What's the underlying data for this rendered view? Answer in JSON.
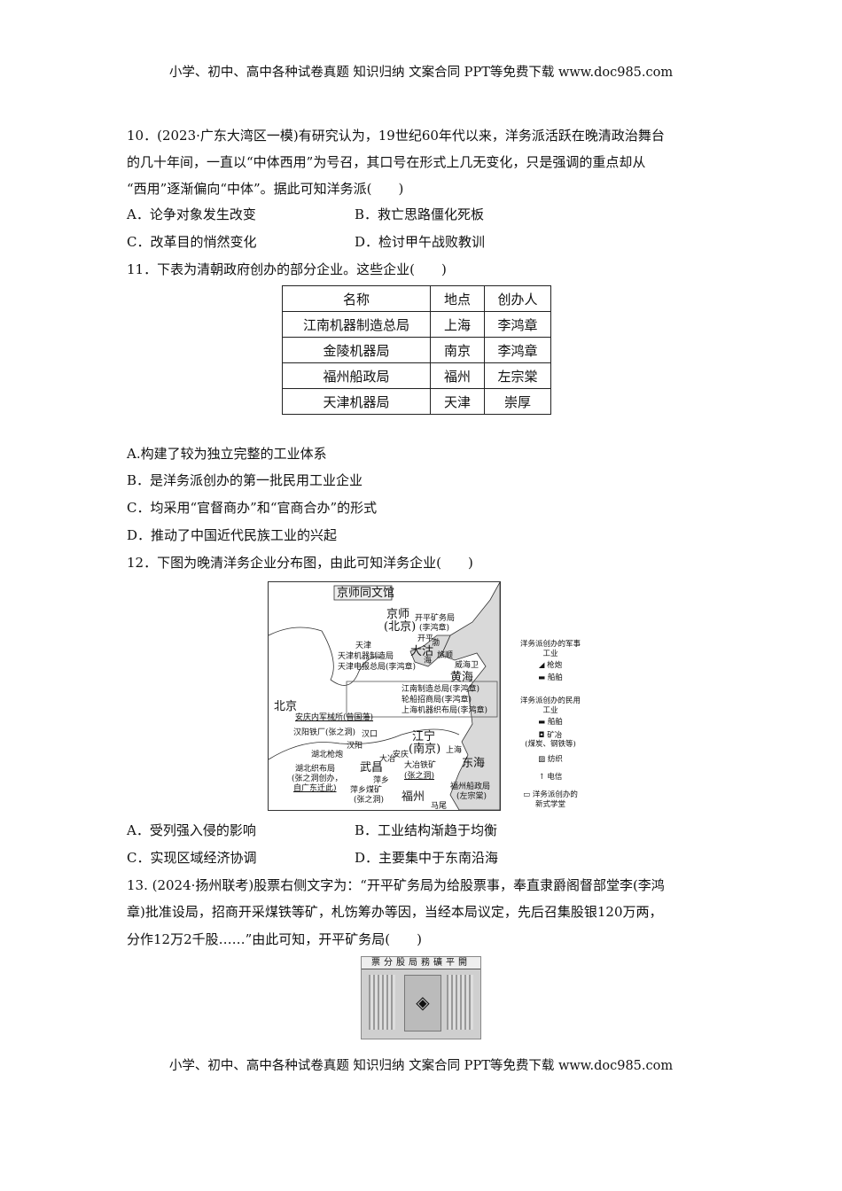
{
  "header": {
    "text": "小学、初中、高中各种试卷真题  知识归纳  文案合同  PPT等免费下载      www.doc985.com"
  },
  "footer": {
    "text": "小学、初中、高中各种试卷真题  知识归纳  文案合同  PPT等免费下载      www.doc985.com"
  },
  "q10": {
    "lines": [
      "10．(2023·广东大湾区一模)有研究认为，19世纪60年代以来，洋务派活跃在晚清政治舞台",
      "的几十年间，一直以“中体西用”为号召，其口号在形式上几无变化，只是强调的重点却从",
      "“西用”逐渐偏向“中体”。据此可知洋务派(　　)"
    ],
    "options": [
      "A．论争对象发生改变",
      "B．救亡思路僵化死板",
      "C．改革目的悄然变化",
      "D．检讨甲午战败教训"
    ]
  },
  "q11": {
    "stem": "11．下表为清朝政府创办的部分企业。这些企业(　　)",
    "table": {
      "headers": [
        "名称",
        "地点",
        "创办人"
      ],
      "rows": [
        [
          "江南机器制造总局",
          "上海",
          "李鸿章"
        ],
        [
          "金陵机器局",
          "南京",
          "李鸿章"
        ],
        [
          "福州船政局",
          "福州",
          "左宗棠"
        ],
        [
          "天津机器局",
          "天津",
          "崇厚"
        ]
      ]
    },
    "options": [
      "A.构建了较为独立完整的工业体系",
      "B．是洋务派创办的第一批民用工业企业",
      "C．均采用“官督商办”和“官商合办”的形式",
      "D．推动了中国近代民族工业的兴起"
    ]
  },
  "q12": {
    "stem": "12．下图为晚清洋务企业分布图，由此可知洋务企业(　　)",
    "map": {
      "labels": [
        "京师同文馆",
        "京师",
        "(北京)",
        "开平矿务局",
        "(李鸿章)",
        "开平",
        "天津",
        "天津机器制造局",
        "天津电报总局(李鸿章)",
        "大沽",
        "渤",
        "海",
        "旅顺",
        "威海卫",
        "黄海",
        "江南制造总局(李鸿章)",
        "轮船招商局(李鸿章)",
        "上海机器织布局(李鸿章)",
        "北京",
        "安庆内军械所(曾国藩)",
        "汉阳铁厂(张之洞)",
        "汉口",
        "江宁",
        "(南京)",
        "汉阳",
        "湖北枪炮",
        "上海",
        "安庆",
        "武昌",
        "大冶",
        "大冶铁矿",
        "(张之洞)",
        "东海",
        "湖北织布局",
        "(张之洞创办，",
        "自广东迁此)",
        "萍乡",
        "萍乡煤矿",
        "(张之洞)",
        "福州船政局",
        "(左宗棠)",
        "福州",
        "马尾"
      ],
      "legend": [
        "洋务派创办的军事工业",
        "枪炮",
        "船舶",
        "洋务派创办的民用工业",
        "船舶",
        "矿冶",
        "(煤炭、钢铁等)",
        "纺织",
        "电信",
        "洋务派创办的新式学堂"
      ],
      "sea_color": "#d9d9d9"
    },
    "options": [
      "A．受列强入侵的影响",
      "B．工业结构渐趋于均衡",
      "C．实现区域经济协调",
      "D．主要集中于东南沿海"
    ]
  },
  "q13": {
    "lines": [
      "13. (2024·扬州联考)股票右侧文字为：“开平矿务局为给股票事，奉直隶爵阁督部堂李(李鸿",
      "章)批准设局，招商开采煤铁等矿，札饬筹办等因，当经本局议定，先后召集股银120万两，",
      "分作12万2千股……”由此可知，开平矿务局(　　)"
    ],
    "image_lettering": "票分股局務礦平開"
  }
}
